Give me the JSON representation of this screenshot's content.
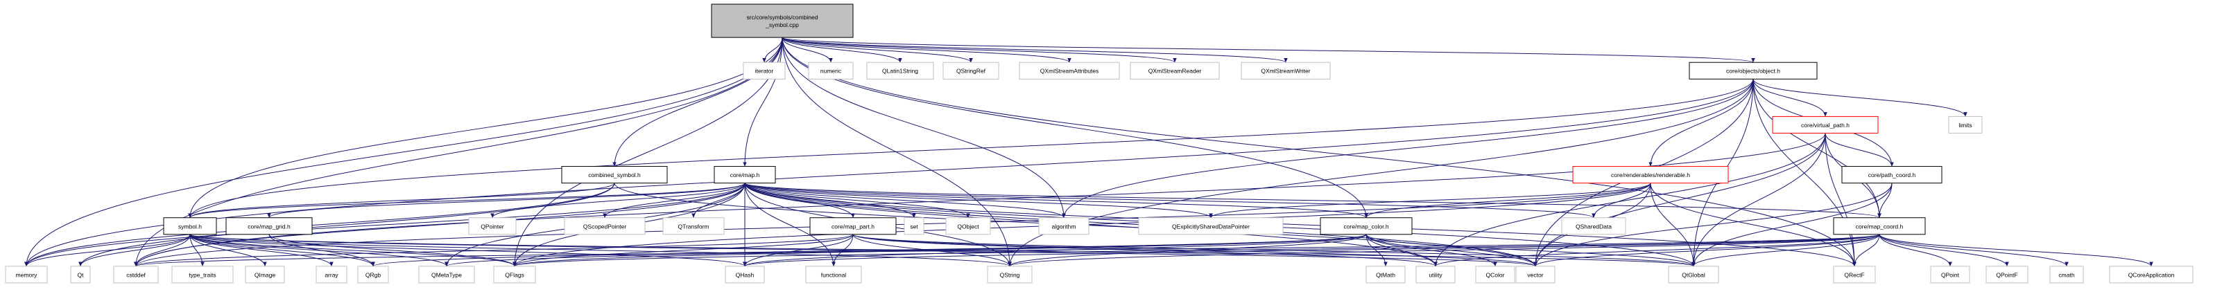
{
  "colors": {
    "edge": "#191970",
    "node_border": "#000000",
    "node_fill": "#ffffff",
    "system_border": "#bfbfbf",
    "external_border": "#ff0000",
    "root_fill": "#bfbfbf"
  },
  "nodes": [
    {
      "id": "root",
      "label": "src/core/symbols/combined\n_symbol.cpp",
      "style": "root"
    },
    {
      "id": "iterator",
      "label": "iterator",
      "style": "system"
    },
    {
      "id": "numeric",
      "label": "numeric",
      "style": "system"
    },
    {
      "id": "qlatin1string",
      "label": "QLatin1String",
      "style": "system"
    },
    {
      "id": "qstringref",
      "label": "QStringRef",
      "style": "system"
    },
    {
      "id": "qxmlstreamattributes",
      "label": "QXmlStreamAttributes",
      "style": "system"
    },
    {
      "id": "qxmlstreamreader",
      "label": "QXmlStreamReader",
      "style": "system"
    },
    {
      "id": "qxmlstreamwriter",
      "label": "QXmlStreamWriter",
      "style": "system"
    },
    {
      "id": "object_h",
      "label": "core/objects/object.h",
      "style": "normal"
    },
    {
      "id": "virtual_path_h",
      "label": "core/virtual_path.h",
      "style": "external"
    },
    {
      "id": "limits",
      "label": "limits",
      "style": "system"
    },
    {
      "id": "combined_symbol_h",
      "label": "combined_symbol.h",
      "style": "normal"
    },
    {
      "id": "map_h",
      "label": "core/map.h",
      "style": "normal"
    },
    {
      "id": "renderable_h",
      "label": "core/renderables/renderable.h",
      "style": "external"
    },
    {
      "id": "path_coord_h",
      "label": "core/path_coord.h",
      "style": "normal"
    },
    {
      "id": "symbol_h",
      "label": "symbol.h",
      "style": "normal"
    },
    {
      "id": "map_grid_h",
      "label": "core/map_grid.h",
      "style": "normal"
    },
    {
      "id": "qpointer",
      "label": "QPointer",
      "style": "system"
    },
    {
      "id": "qscopedpointer",
      "label": "QScopedPointer",
      "style": "system"
    },
    {
      "id": "qtransform",
      "label": "QTransform",
      "style": "system"
    },
    {
      "id": "map_part_h",
      "label": "core/map_part.h",
      "style": "normal"
    },
    {
      "id": "set",
      "label": "set",
      "style": "system"
    },
    {
      "id": "qobject",
      "label": "QObject",
      "style": "system"
    },
    {
      "id": "algorithm",
      "label": "algorithm",
      "style": "system"
    },
    {
      "id": "qexplicitlyshareddatapointer",
      "label": "QExplicitlySharedDataPointer",
      "style": "system"
    },
    {
      "id": "map_color_h",
      "label": "core/map_color.h",
      "style": "normal"
    },
    {
      "id": "qshareddata",
      "label": "QSharedData",
      "style": "system"
    },
    {
      "id": "map_coord_h",
      "label": "core/map_coord.h",
      "style": "normal"
    },
    {
      "id": "memory",
      "label": "memory",
      "style": "system"
    },
    {
      "id": "qt",
      "label": "Qt",
      "style": "system"
    },
    {
      "id": "cstddef",
      "label": "cstddef",
      "style": "system"
    },
    {
      "id": "type_traits",
      "label": "type_traits",
      "style": "system"
    },
    {
      "id": "qimage",
      "label": "QImage",
      "style": "system"
    },
    {
      "id": "array",
      "label": "array",
      "style": "system"
    },
    {
      "id": "qrgb",
      "label": "QRgb",
      "style": "system"
    },
    {
      "id": "qmetatype",
      "label": "QMetaType",
      "style": "system"
    },
    {
      "id": "qflags",
      "label": "QFlags",
      "style": "system"
    },
    {
      "id": "qhash",
      "label": "QHash",
      "style": "system"
    },
    {
      "id": "functional",
      "label": "functional",
      "style": "system"
    },
    {
      "id": "qstring",
      "label": "QString",
      "style": "system"
    },
    {
      "id": "qmath",
      "label": "QtMath",
      "style": "system"
    },
    {
      "id": "utility",
      "label": "utility",
      "style": "system"
    },
    {
      "id": "qcolor",
      "label": "QColor",
      "style": "system"
    },
    {
      "id": "vector",
      "label": "vector",
      "style": "system"
    },
    {
      "id": "qtglobal",
      "label": "QtGlobal",
      "style": "system"
    },
    {
      "id": "qrectf",
      "label": "QRectF",
      "style": "system"
    },
    {
      "id": "qpoint",
      "label": "QPoint",
      "style": "system"
    },
    {
      "id": "qpointf",
      "label": "QPointF",
      "style": "system"
    },
    {
      "id": "cmath",
      "label": "cmath",
      "style": "system"
    },
    {
      "id": "qcoreapplication",
      "label": "QCoreApplication",
      "style": "system"
    }
  ],
  "edges": [
    [
      "root",
      "iterator"
    ],
    [
      "root",
      "numeric"
    ],
    [
      "root",
      "qlatin1string"
    ],
    [
      "root",
      "qstringref"
    ],
    [
      "root",
      "qxmlstreamattributes"
    ],
    [
      "root",
      "qxmlstreamreader"
    ],
    [
      "root",
      "qxmlstreamwriter"
    ],
    [
      "root",
      "object_h"
    ],
    [
      "root",
      "combined_symbol_h"
    ],
    [
      "root",
      "map_h"
    ],
    [
      "root",
      "symbol_h"
    ],
    [
      "root",
      "map_color_h"
    ],
    [
      "root",
      "memory"
    ],
    [
      "root",
      "cstddef"
    ],
    [
      "root",
      "qflags"
    ],
    [
      "root",
      "qstring"
    ],
    [
      "root",
      "algorithm"
    ],
    [
      "root",
      "qrectf"
    ],
    [
      "object_h",
      "virtual_path_h"
    ],
    [
      "object_h",
      "limits"
    ],
    [
      "object_h",
      "renderable_h"
    ],
    [
      "object_h",
      "path_coord_h"
    ],
    [
      "object_h",
      "map_coord_h"
    ],
    [
      "object_h",
      "symbol_h"
    ],
    [
      "object_h",
      "qtglobal"
    ],
    [
      "object_h",
      "vector"
    ],
    [
      "object_h",
      "memory"
    ],
    [
      "object_h",
      "algorithm"
    ],
    [
      "object_h",
      "qstring"
    ],
    [
      "object_h",
      "qrectf"
    ],
    [
      "virtual_path_h",
      "path_coord_h"
    ],
    [
      "virtual_path_h",
      "map_coord_h"
    ],
    [
      "virtual_path_h",
      "vector"
    ],
    [
      "virtual_path_h",
      "qtglobal"
    ],
    [
      "virtual_path_h",
      "qrectf"
    ],
    [
      "virtual_path_h",
      "cstddef"
    ],
    [
      "virtual_path_h",
      "utility"
    ],
    [
      "path_coord_h",
      "map_coord_h"
    ],
    [
      "path_coord_h",
      "vector"
    ],
    [
      "path_coord_h",
      "qtglobal"
    ],
    [
      "renderable_h",
      "qshareddata"
    ],
    [
      "renderable_h",
      "qexplicitlyshareddatapointer"
    ],
    [
      "renderable_h",
      "map_color_h"
    ],
    [
      "renderable_h",
      "vector"
    ],
    [
      "renderable_h",
      "qtglobal"
    ],
    [
      "renderable_h",
      "qrectf"
    ],
    [
      "renderable_h",
      "qflags"
    ],
    [
      "renderable_h",
      "cstddef"
    ],
    [
      "combined_symbol_h",
      "symbol_h"
    ],
    [
      "combined_symbol_h",
      "memory"
    ],
    [
      "combined_symbol_h",
      "vector"
    ],
    [
      "combined_symbol_h",
      "qt"
    ],
    [
      "map_h",
      "symbol_h"
    ],
    [
      "map_h",
      "map_grid_h"
    ],
    [
      "map_h",
      "qpointer"
    ],
    [
      "map_h",
      "qscopedpointer"
    ],
    [
      "map_h",
      "qtransform"
    ],
    [
      "map_h",
      "map_part_h"
    ],
    [
      "map_h",
      "set"
    ],
    [
      "map_h",
      "qobject"
    ],
    [
      "map_h",
      "algorithm"
    ],
    [
      "map_h",
      "qexplicitlyshareddatapointer"
    ],
    [
      "map_h",
      "map_color_h"
    ],
    [
      "map_h",
      "qshareddata"
    ],
    [
      "map_h",
      "map_coord_h"
    ],
    [
      "map_h",
      "qhash"
    ],
    [
      "map_h",
      "qstring"
    ],
    [
      "map_h",
      "qmetatype"
    ],
    [
      "map_h",
      "qflags"
    ],
    [
      "map_h",
      "vector"
    ],
    [
      "map_h",
      "qtglobal"
    ],
    [
      "map_h",
      "memory"
    ],
    [
      "map_h",
      "cstddef"
    ],
    [
      "map_h",
      "functional"
    ],
    [
      "map_h",
      "utility"
    ],
    [
      "map_h",
      "qrectf"
    ],
    [
      "symbol_h",
      "memory"
    ],
    [
      "symbol_h",
      "qt"
    ],
    [
      "symbol_h",
      "cstddef"
    ],
    [
      "symbol_h",
      "type_traits"
    ],
    [
      "symbol_h",
      "qimage"
    ],
    [
      "symbol_h",
      "array"
    ],
    [
      "symbol_h",
      "qrgb"
    ],
    [
      "symbol_h",
      "qmetatype"
    ],
    [
      "symbol_h",
      "qflags"
    ],
    [
      "symbol_h",
      "qhash"
    ],
    [
      "symbol_h",
      "vector"
    ],
    [
      "symbol_h",
      "qstring"
    ],
    [
      "symbol_h",
      "qtglobal"
    ],
    [
      "map_grid_h",
      "qrgb"
    ],
    [
      "map_grid_h",
      "qflags"
    ],
    [
      "map_part_h",
      "qhash"
    ],
    [
      "map_part_h",
      "functional"
    ],
    [
      "map_part_h",
      "qstring"
    ],
    [
      "map_part_h",
      "vector"
    ],
    [
      "map_part_h",
      "qtglobal"
    ],
    [
      "map_part_h",
      "cstddef"
    ],
    [
      "map_part_h",
      "utility"
    ],
    [
      "map_part_h",
      "qflags"
    ],
    [
      "map_color_h",
      "qrgb"
    ],
    [
      "map_color_h",
      "qmetatype"
    ],
    [
      "map_color_h",
      "qhash"
    ],
    [
      "map_color_h",
      "qmath"
    ],
    [
      "map_color_h",
      "utility"
    ],
    [
      "map_color_h",
      "qcolor"
    ],
    [
      "map_color_h",
      "vector"
    ],
    [
      "map_color_h",
      "qtglobal"
    ],
    [
      "map_color_h",
      "qstring"
    ],
    [
      "map_color_h",
      "qflags"
    ],
    [
      "map_coord_h",
      "qpoint"
    ],
    [
      "map_coord_h",
      "qpointf"
    ],
    [
      "map_coord_h",
      "cmath"
    ],
    [
      "map_coord_h",
      "qcoreapplication"
    ],
    [
      "map_coord_h",
      "qrectf"
    ],
    [
      "map_coord_h",
      "qtglobal"
    ],
    [
      "map_coord_h",
      "qflags"
    ],
    [
      "map_coord_h",
      "qhash"
    ],
    [
      "map_coord_h",
      "qstring"
    ],
    [
      "map_coord_h",
      "vector"
    ],
    [
      "map_coord_h",
      "utility"
    ],
    [
      "map_coord_h",
      "cstddef"
    ]
  ]
}
